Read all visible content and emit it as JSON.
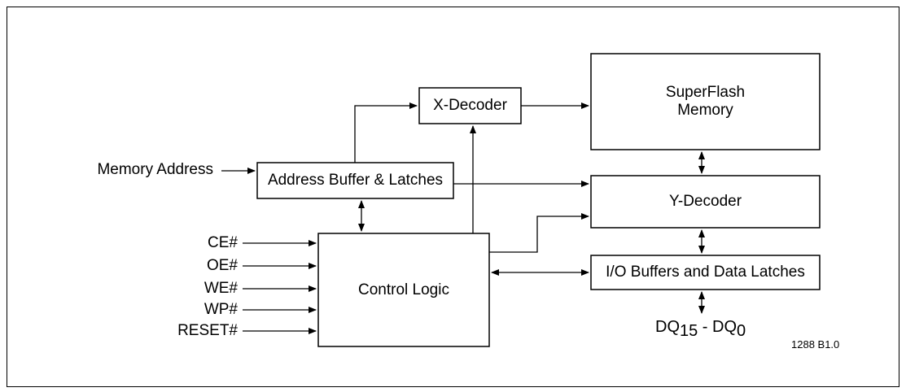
{
  "blocks": {
    "superflash": {
      "line1": "SuperFlash",
      "line2": "Memory"
    },
    "x_decoder": "X-Decoder",
    "y_decoder": "Y-Decoder",
    "address_buffer": "Address Buffer & Latches",
    "control_logic": "Control Logic",
    "io_buffers": "I/O Buffers and Data Latches"
  },
  "inputs": {
    "memory_address": "Memory Address",
    "control_signals": [
      "CE#",
      "OE#",
      "WE#",
      "WP#",
      "RESET#"
    ]
  },
  "output": {
    "dq_prefix": "DQ",
    "dq_high_sub": "15",
    "dq_sep": " - ",
    "dq_low_prefix": "DQ",
    "dq_low_sub": "0"
  },
  "figure_id": "1288 B1.0"
}
